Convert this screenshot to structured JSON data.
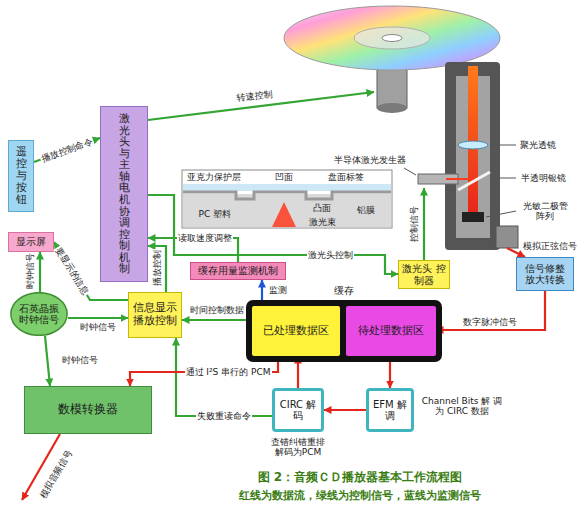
{
  "diagram": {
    "title": "图 2：音频ＣＤ播放器基本工作流程图",
    "caption": "红线为数据流，绿线为控制信号，蓝线为监测信号",
    "nodes": [
      {
        "text": [
          "遥控与按钮"
        ]
      },
      {
        "text": [
          "显示屏"
        ]
      },
      {
        "text": [
          "激光头与主轴电机协调控制机制"
        ]
      },
      {
        "text": [
          "石英晶振 时钟信号"
        ]
      },
      {
        "text": [
          "信息显示 播放控制"
        ]
      },
      {
        "text": [
          "缓存用量监测机制"
        ]
      },
      {
        "text": [
          "缓存"
        ]
      },
      {
        "text": [
          "已处理数据区"
        ],
        "in": 6
      },
      {
        "text": [
          "待处理数据区"
        ],
        "in": 6
      },
      {
        "text": [
          "数模转换器"
        ]
      },
      {
        "text": [
          "CIRC 解码"
        ]
      },
      {
        "text": [
          "EFM 解调"
        ]
      },
      {
        "text": [
          "激光头 控制器"
        ]
      },
      {
        "text": [
          "信号修整 放大转换"
        ]
      }
    ],
    "edges": [
      {
        "from": 0,
        "to": 2,
        "label": "播放控制命令",
        "arrow": "to"
      },
      {
        "from": 3,
        "to": 1,
        "label": "时钟信号",
        "arrow": "to"
      },
      {
        "from": 4,
        "to": 1,
        "label": "要显示的信息",
        "arrow": "to"
      },
      {
        "from": 3,
        "to": 4,
        "label": "时钟信号",
        "arrow": "to"
      },
      {
        "from": 3,
        "to": 9,
        "label": "时钟信号",
        "arrow": "to"
      },
      {
        "from": 4,
        "to": 2,
        "label": "播放控制",
        "arrow": "to"
      },
      {
        "from": 5,
        "to": 2,
        "label": "读取速度调整",
        "arrow": "to"
      },
      {
        "from": 2,
        "to": 12,
        "label": "激光头控制",
        "arrow": "to"
      },
      {
        "from": 6,
        "to": 5,
        "label": "监测",
        "arrow": "to"
      },
      {
        "from": 7,
        "to": 4,
        "label": "时间控制数据",
        "arrow": "to"
      },
      {
        "from": 10,
        "to": 4,
        "label": "失败重读命令",
        "arrow": "to"
      },
      {
        "from": 7,
        "to": 9,
        "label": "通过 I²S 串行的 PCM",
        "arrow": "to"
      },
      {
        "from": 10,
        "to": 7,
        "arrow": "to"
      },
      {
        "from": 11,
        "to": 10,
        "arrow": "to"
      },
      {
        "from": 8,
        "to": 11,
        "arrow": "to"
      },
      {
        "from": 13,
        "to": 8,
        "label": "数字脉冲信号",
        "arrow": "to"
      }
    ],
    "labels": [
      "转速控制",
      "聚光透镜",
      "半透明银镜",
      "半导体激光发生器",
      "光敏二极管阵列",
      "亚克力保护层",
      "凹面",
      "盘面标签",
      "PC 塑料",
      "激光束",
      "凸面",
      "铝膜",
      "控制信号",
      "模拟正弦信号",
      "模拟音频信号",
      "查错纠错重排 解码为PCM",
      "Channel Bits 解 调为 CIRC 数据"
    ]
  }
}
